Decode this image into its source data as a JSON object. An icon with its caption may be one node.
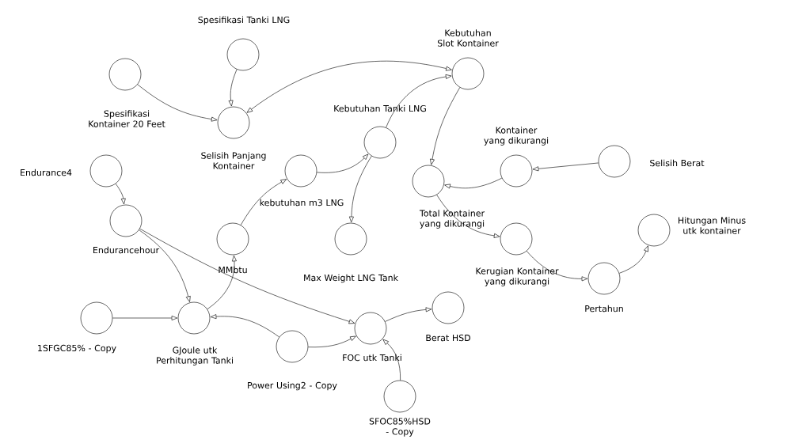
{
  "diagram": {
    "nodes": [
      {
        "text": [
          "Spesifikasi Kontainer 20 Feet"
        ]
      },
      {
        "text": [
          "Spesifikasi Tanki LNG"
        ]
      },
      {
        "text": [
          "Selisih Panjang Kontainer"
        ]
      },
      {
        "text": [
          "Kebutuhan Slot Kontainer"
        ]
      },
      {
        "text": [
          "Kebutuhan Tanki LNG"
        ]
      },
      {
        "text": [
          "kebutuhan m3 LNG"
        ]
      },
      {
        "text": [
          "Kontainer yang dikurangi"
        ]
      },
      {
        "text": [
          "Selisih Berat"
        ]
      },
      {
        "text": [
          "Total Kontainer yang dikurangi"
        ]
      },
      {
        "text": [
          "Endurance4"
        ]
      },
      {
        "text": [
          "Endurancehour"
        ]
      },
      {
        "text": [
          "MMbtu"
        ]
      },
      {
        "text": [
          "Max Weight LNG Tank"
        ]
      },
      {
        "text": [
          "Kerugian Kontainer yang dikurangi"
        ]
      },
      {
        "text": [
          "Pertahun"
        ]
      },
      {
        "text": [
          "Hitungan Minus utk kontainer"
        ]
      },
      {
        "text": [
          "Berat HSD"
        ]
      },
      {
        "text": [
          "1SFGC85% - Copy"
        ]
      },
      {
        "text": [
          "GJoule utk Perhitungan Tanki"
        ]
      },
      {
        "text": [
          "Power Using2 - Copy"
        ]
      },
      {
        "text": [
          "FOC utk Tanki"
        ]
      },
      {
        "text": [
          "SFOC85%HSD - Copy"
        ]
      }
    ],
    "edges": [
      {
        "from": 0,
        "to": 2,
        "arrow": "to"
      },
      {
        "from": 1,
        "to": 2,
        "arrow": "to"
      },
      {
        "from": 2,
        "to": 3,
        "arrow": "both"
      },
      {
        "from": 4,
        "to": 3,
        "arrow": "to"
      },
      {
        "from": 3,
        "to": 8,
        "arrow": "to"
      },
      {
        "from": 6,
        "to": 8,
        "arrow": "to"
      },
      {
        "from": 7,
        "to": 6,
        "arrow": "to"
      },
      {
        "from": 5,
        "to": 4,
        "arrow": "to"
      },
      {
        "from": 4,
        "to": 12,
        "arrow": "to"
      },
      {
        "from": 11,
        "to": 5,
        "arrow": "to"
      },
      {
        "from": 9,
        "to": 10,
        "arrow": "to"
      },
      {
        "from": 10,
        "to": 18,
        "arrow": "to"
      },
      {
        "from": 10,
        "to": 20,
        "arrow": "to"
      },
      {
        "from": 17,
        "to": 18,
        "arrow": "to"
      },
      {
        "from": 18,
        "to": 11,
        "arrow": "to"
      },
      {
        "from": 19,
        "to": 18,
        "arrow": "to"
      },
      {
        "from": 19,
        "to": 20,
        "arrow": "to"
      },
      {
        "from": 21,
        "to": 20,
        "arrow": "to"
      },
      {
        "from": 20,
        "to": 16,
        "arrow": "to"
      },
      {
        "from": 8,
        "to": 13,
        "arrow": "to"
      },
      {
        "from": 13,
        "to": 14,
        "arrow": "to"
      },
      {
        "from": 14,
        "to": 15,
        "arrow": "to"
      }
    ]
  }
}
